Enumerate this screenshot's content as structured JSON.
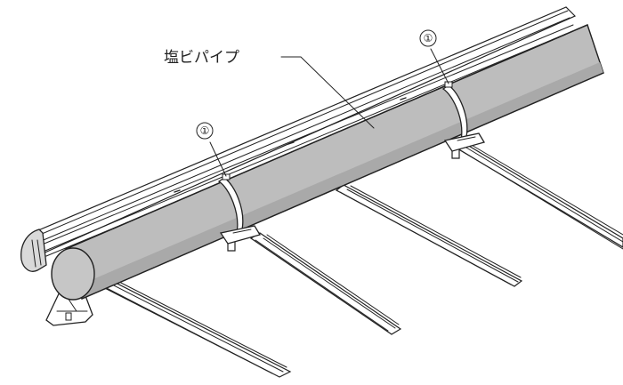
{
  "diagram": {
    "pipe_label": "塩ビパイプ",
    "callouts": [
      {
        "marker": "①"
      },
      {
        "marker": "①"
      }
    ],
    "colors": {
      "pipe_fill": "#bdbdbd",
      "pipe_shade": "#a9a9a9",
      "line": "#222222",
      "background": "#ffffff"
    }
  }
}
